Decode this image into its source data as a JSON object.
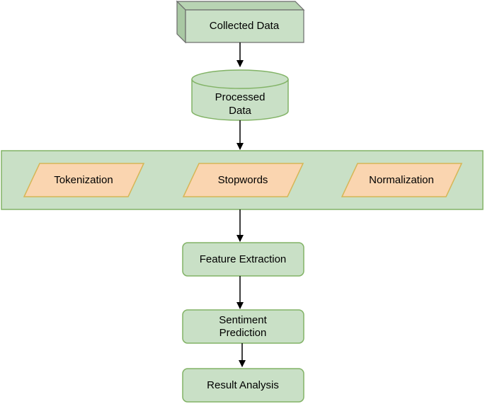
{
  "colors": {
    "step_fill": "#c9e0c6",
    "step_stroke": "#82b366",
    "stage_fill": "#c9e0c6",
    "stage_stroke": "#82b366",
    "preprocess_fill": "#fad5b0",
    "preprocess_stroke": "#d6b656",
    "arrow": "#000000"
  },
  "nodes": {
    "collected_data": "Collected Data",
    "processed_data": [
      "Processed",
      "Data"
    ],
    "tokenization": "Tokenization",
    "stopwords": "Stopwords",
    "normalization": "Normalization",
    "feature_extraction": "Feature Extraction",
    "sentiment_prediction": [
      "Sentiment",
      "Prediction"
    ],
    "result_analysis": "Result Analysis"
  }
}
